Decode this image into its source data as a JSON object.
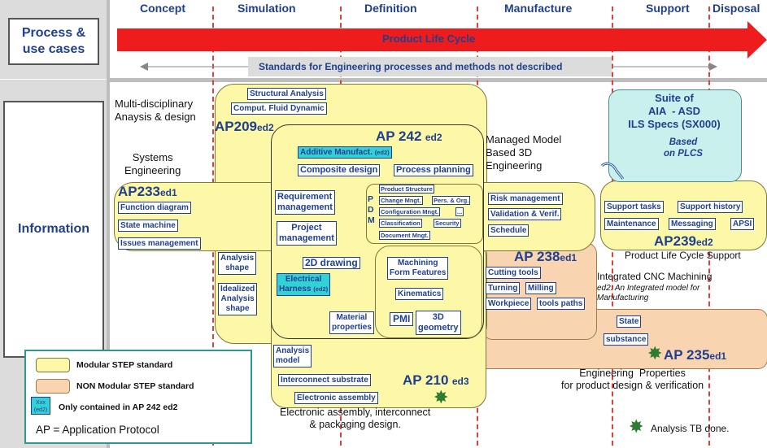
{
  "left_labels": {
    "process": "Process &\nuse cases",
    "information": "Information"
  },
  "phases": [
    "Concept",
    "Simulation",
    "Definition",
    "Manufacture",
    "Support",
    "Disposal"
  ],
  "plc_label": "Product Life Cycle",
  "standards_label": "Standards for Engineering processes and methods not described",
  "regions": {
    "multi": "Multi-disciplinary\nAnaysis & design",
    "systems": "Systems\nEngineering",
    "managed": "Managed Model\nBased 3D\nEngineering",
    "plc_support": "Product Life Cycle Support",
    "cnc_title": "Integrated CNC Machining",
    "cnc_sub": "ed2: An Integrated model for\nManufacturing",
    "eng_props": "Engineering  Properties\nfor product design & verification",
    "electronic": "Electronic assembly, interconnect\n& packaging design."
  },
  "suite": {
    "title": "Suite of\nAIA  - ASD\nILS Specs (SX000)",
    "sub": "Based\non PLCS"
  },
  "aps": {
    "ap209": {
      "num": "AP209",
      "ed": "ed2"
    },
    "ap242": {
      "num": "AP 242",
      "ed": "ed2"
    },
    "ap233": {
      "num": "AP233",
      "ed": "ed1"
    },
    "ap238": {
      "num": "AP 238",
      "ed": "ed1"
    },
    "ap239": {
      "num": "AP239",
      "ed": "ed2"
    },
    "ap235": {
      "num": "AP 235",
      "ed": "ed1"
    },
    "ap210": {
      "num": "AP 210",
      "ed": "ed3"
    }
  },
  "boxes": {
    "structural": "Structural Analysis",
    "cfd": "Comput. Fluid Dynamic",
    "additive": "Additive Manufact.",
    "additive_ed": "(ed2)",
    "composite": "Composite design",
    "process_planning": "Process planning",
    "requirement": "Requirement\nmanagement",
    "project": "Project\nmanagement",
    "pdm": "P\nD\nM",
    "product_structure": "Product Structure",
    "change": "Change Mngt.",
    "pers": "Pers. & Org.",
    "config": "Configuration Mngt.",
    "ellipsis": "...",
    "classification": "Classification",
    "security": "Security",
    "document": "Document Mngt.",
    "function_diagram": "Function diagram",
    "state_machine": "State machine",
    "issues": "Issues management",
    "risk": "Risk management",
    "validation": "Validation & Verif.",
    "schedule": "Schedule",
    "support_tasks": "Support tasks",
    "support_history": "Support history",
    "maintenance": "Maintenance",
    "messaging": "Messaging",
    "apsi": "APSI",
    "analysis_shape": "Analysis\nshape",
    "idealized": "Idealized\nAnalysis\nshape",
    "drawing2d": "2D drawing",
    "electrical": "Electrical\nHarness",
    "electrical_ed": "(ed2)",
    "machining": "Machining\nForm Features",
    "kinematics": "Kinematics",
    "material": "Material\nproperties",
    "pmi": "PMI",
    "geometry3d": "3D\ngeometry",
    "cutting": "Cutting tools",
    "turning": "Turning",
    "milling": "Milling",
    "workpiece": "Workpiece",
    "toolpaths": "tools paths",
    "state": "State",
    "substance": "substance",
    "analysis_model": "Analysis\nmodel",
    "interconnect": "Interconnect substrate",
    "electronic_assembly": "Electronic assembly"
  },
  "legend": {
    "modular": "Modular STEP standard",
    "nonmodular": "NON Modular STEP standard",
    "xxx": "Xxx\n(ed2)",
    "only242": "Only contained in AP 242 ed2",
    "ap_def": "AP = Application Protocol"
  },
  "analysis_tb": "Analysis TB done.",
  "colors": {
    "modular_fill": "#fdf7a8",
    "nonmodular_fill": "#f9d4b0",
    "suite_fill": "#c9f0ec",
    "cyan_box": "#33d1d6",
    "arrow_red": "#ee1c1c",
    "title_blue": "#1f3f8f"
  }
}
